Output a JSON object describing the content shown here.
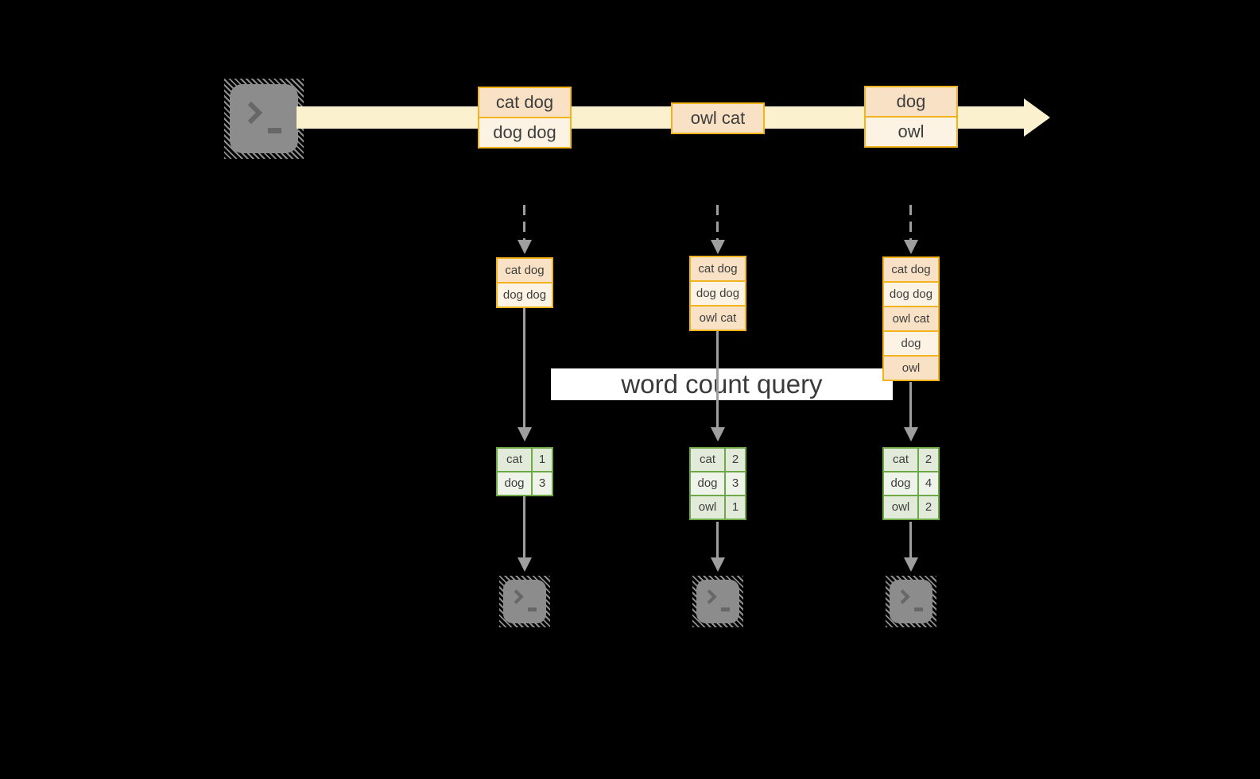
{
  "palette": {
    "background": "#000000",
    "gold_border": "#F2B31D",
    "peach_fill": "#F8E1C4",
    "cream_fill": "#FDF3E4",
    "stream_band": "#FCF1CF",
    "green_border": "#6FA846",
    "green_cell_a": "#E2EBD9",
    "green_cell_b": "#EFF4EB",
    "arrow_gray": "#9E9E9E",
    "terminal_gray": "#8C8C8C",
    "text": "#3D3D3D",
    "banner_bg": "#FFFFFF"
  },
  "stream": {
    "source_icon": "terminal-icon",
    "events": [
      {
        "rows": [
          "cat dog",
          "dog dog"
        ]
      },
      {
        "rows": [
          "owl cat"
        ]
      },
      {
        "rows": [
          "dog",
          "owl"
        ]
      }
    ]
  },
  "query_label": "word count query",
  "columns": [
    {
      "buffer": [
        "cat dog",
        "dog dog"
      ],
      "counts": [
        {
          "word": "cat",
          "count": "1"
        },
        {
          "word": "dog",
          "count": "3"
        }
      ],
      "sink_icon": "terminal-icon"
    },
    {
      "buffer": [
        "cat dog",
        "dog dog",
        "owl cat"
      ],
      "counts": [
        {
          "word": "cat",
          "count": "2"
        },
        {
          "word": "dog",
          "count": "3"
        },
        {
          "word": "owl",
          "count": "1"
        }
      ],
      "sink_icon": "terminal-icon"
    },
    {
      "buffer": [
        "cat dog",
        "dog dog",
        "owl cat",
        "dog",
        "owl"
      ],
      "counts": [
        {
          "word": "cat",
          "count": "2"
        },
        {
          "word": "dog",
          "count": "4"
        },
        {
          "word": "owl",
          "count": "2"
        }
      ],
      "sink_icon": "terminal-icon"
    }
  ]
}
